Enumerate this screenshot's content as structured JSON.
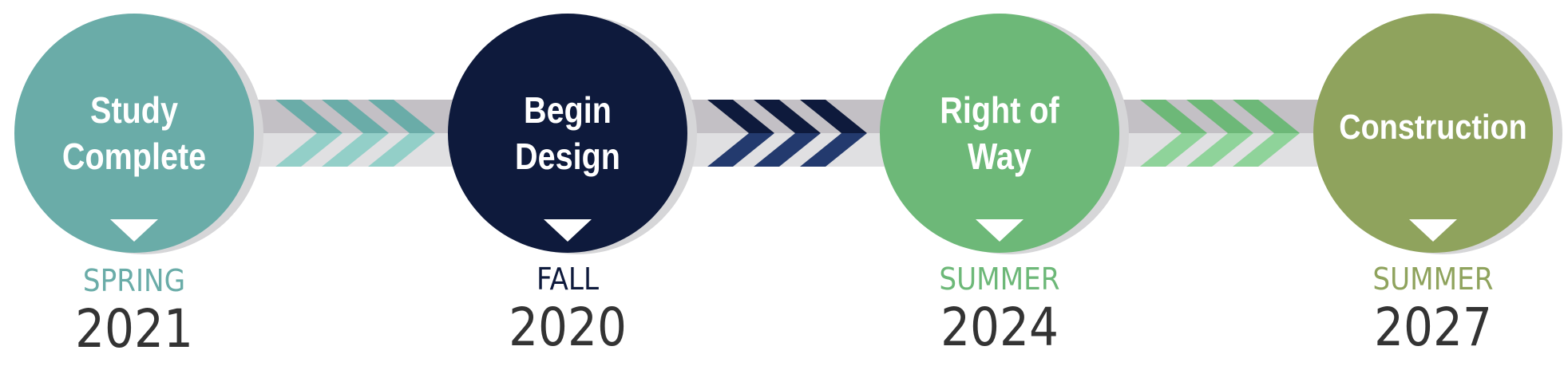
{
  "milestones": [
    {
      "title": "Study\nComplete",
      "season": "SPRING",
      "year": "2021",
      "color": "#6aaca8",
      "chevron_light": "#93cfc8"
    },
    {
      "title": "Begin\nDesign",
      "season": "FALL",
      "year": "2020",
      "color": "#0e1a3c",
      "chevron_light": "#233a6e"
    },
    {
      "title": "Right of\nWay",
      "season": "SUMMER",
      "year": "2024",
      "color": "#6db878",
      "chevron_light": "#8fd39a"
    },
    {
      "title": "Construction",
      "season": "SUMMER",
      "year": "2027",
      "color": "#8fa35d"
    }
  ],
  "connector_color_top": "#c3c0c5",
  "connector_color_bottom": "#e0e0e2"
}
